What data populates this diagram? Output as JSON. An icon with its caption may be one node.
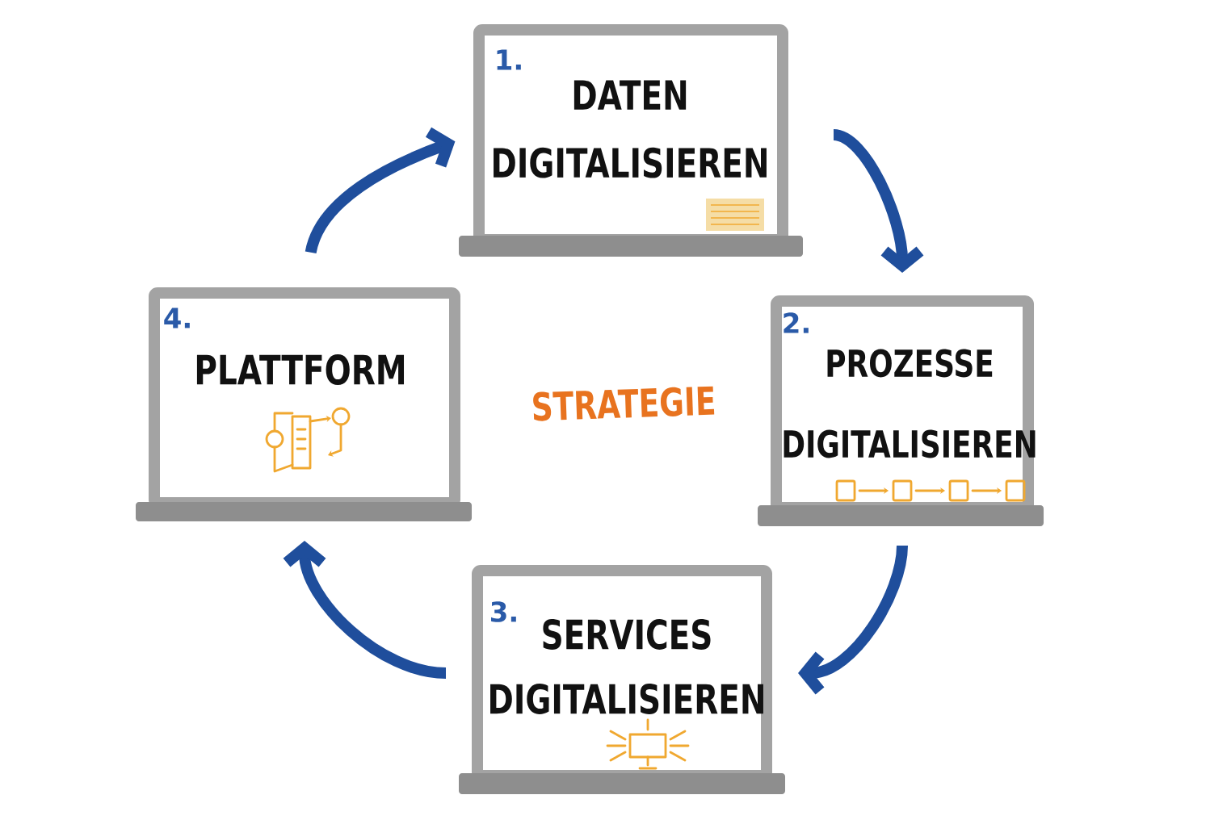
{
  "diagram": {
    "nodes": [
      {
        "text": [
          "1.",
          "DATEN DIGITALISIEREN"
        ]
      },
      {
        "text": [
          "2.",
          "PROZESSE DIGITALISIEREN"
        ]
      },
      {
        "text": [
          "3.",
          "SERVICES DIGITALISIEREN"
        ]
      },
      {
        "text": [
          "4.",
          "PLATTFORM"
        ]
      }
    ],
    "edges": [
      {
        "from": 0,
        "to": 1,
        "arrow": "to"
      },
      {
        "from": 1,
        "to": 2,
        "arrow": "to"
      },
      {
        "from": 2,
        "to": 3,
        "arrow": "to"
      },
      {
        "from": 3,
        "to": 0,
        "arrow": "to"
      }
    ],
    "labels": [
      "STRATEGIE"
    ]
  }
}
